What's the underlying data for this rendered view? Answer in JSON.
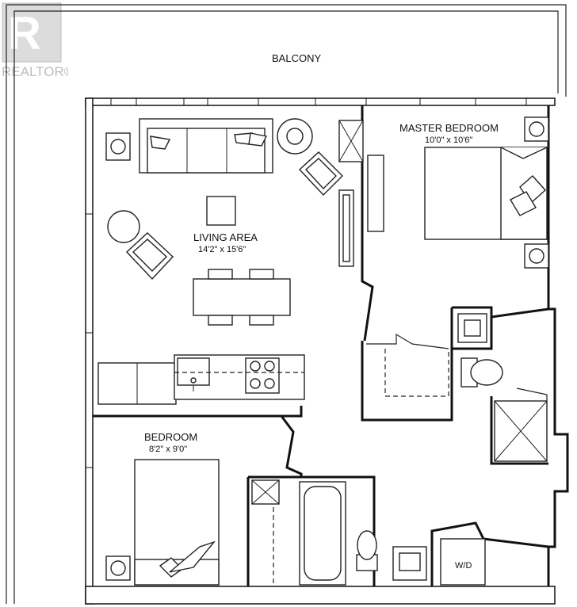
{
  "watermark": {
    "brand": "REALTOR®"
  },
  "rooms": {
    "balcony": {
      "name": "BALCONY"
    },
    "master_bedroom": {
      "name": "MASTER BEDROOM",
      "size": "10'0\" x 10'6\""
    },
    "living_area": {
      "name": "LIVING AREA",
      "size": "14'2\" x 15'6\""
    },
    "bedroom": {
      "name": "BEDROOM",
      "size": "8'2\" x 9'0\""
    },
    "laundry": {
      "name": "W/D"
    }
  }
}
